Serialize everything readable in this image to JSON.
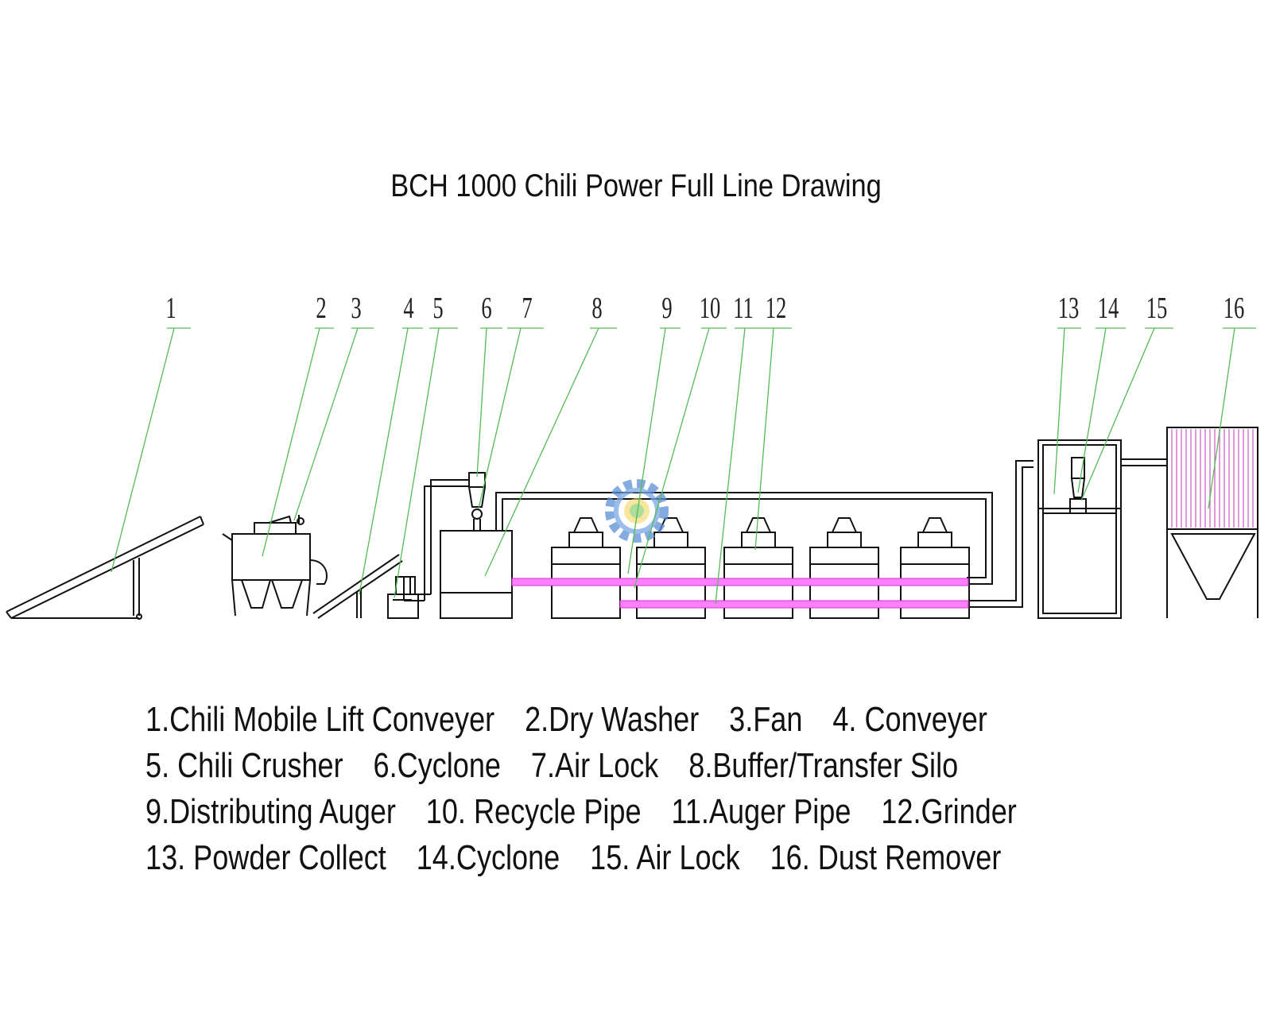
{
  "title": "BCH 1000 Chili Power Full Line Drawing",
  "callouts": [
    "1",
    "2",
    "3",
    "4",
    "5",
    "6",
    "7",
    "8",
    "9",
    "10",
    "11",
    "12",
    "13",
    "14",
    "15",
    "16"
  ],
  "legend": [
    [
      "1.Chili Mobile Lift Conveyer",
      "2.Dry Washer",
      "3.Fan",
      "4. Conveyer"
    ],
    [
      "5. Chili Crusher",
      "6.Cyclone",
      "7.Air  Lock",
      "8.Buffer/Transfer Silo"
    ],
    [
      "9.Distributing Auger",
      "10. Recycle Pipe",
      "11.Auger Pipe",
      "12.Grinder"
    ],
    [
      "13. Powder Collect",
      "14.Cyclone",
      "15. Air Lock",
      "16. Dust Remover"
    ]
  ],
  "colors": {
    "leader_line": "#55bb55",
    "auger_pipe": "#ff80ff",
    "dust_remover_filters": "#cc66cc",
    "linework": "#111111",
    "watermark_gear": "#5b8fd6"
  },
  "watermark": {
    "icon": "gear-logo-icon"
  }
}
